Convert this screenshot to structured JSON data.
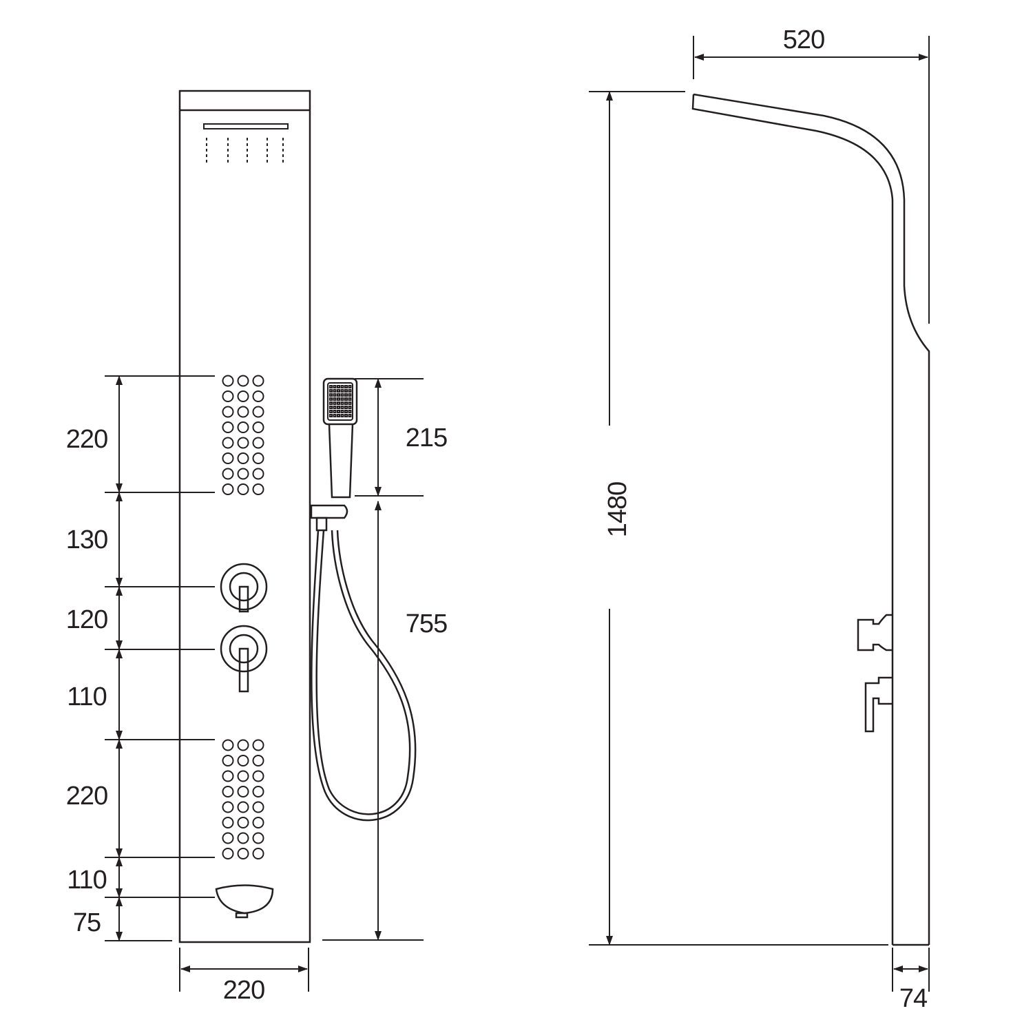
{
  "front_view": {
    "dimensions": {
      "body_jet_upper": "220",
      "gap_to_valve_1": "130",
      "valve_spacing": "120",
      "gap_to_lower_jets": "110",
      "body_jet_lower": "220",
      "gap_to_spout": "110",
      "spout_from_bottom": "75",
      "panel_width": "220",
      "hand_shower_length": "215",
      "hose_holder_height": "755"
    }
  },
  "side_view": {
    "dimensions": {
      "total_height": "1480",
      "head_projection": "520",
      "panel_depth": "74"
    }
  }
}
